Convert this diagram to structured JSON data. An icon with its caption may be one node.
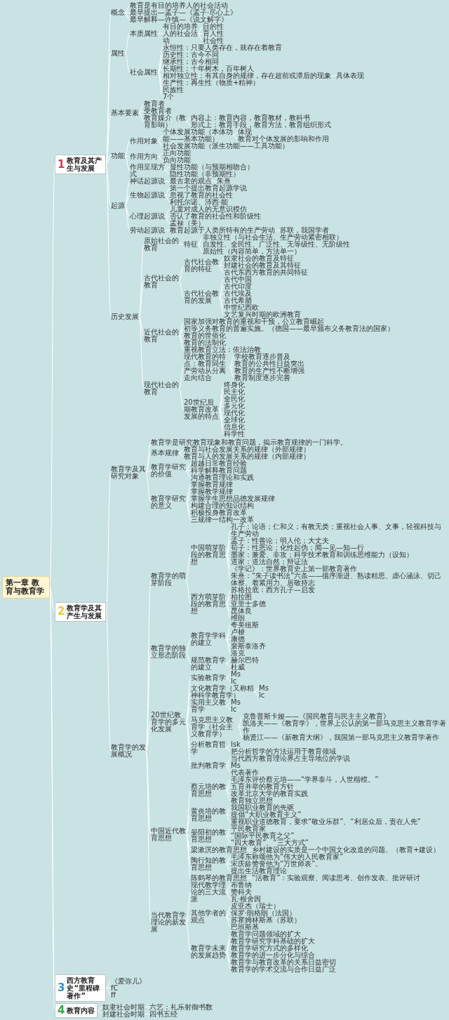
{
  "diagram": {
    "nodes": [
      {
        "text": [
          "第一章 教育与教育学"
        ]
      },
      {
        "text": [
          "1",
          "教育及其产生与发展"
        ]
      },
      {
        "text": [
          "概念"
        ]
      },
      {
        "text": [
          "教育是有目的培养人的社会活动"
        ]
      },
      {
        "text": [
          "最早提出—孟子—《孟子·尽心上》"
        ]
      },
      {
        "text": [
          "最早解释—许慎—《说文解字》"
        ]
      },
      {
        "text": [
          "属性"
        ]
      },
      {
        "text": [
          "本质属性"
        ]
      },
      {
        "text": [
          "有目的培养人的社会活动"
        ]
      },
      {
        "text": [
          "目的性"
        ]
      },
      {
        "text": [
          "育人性"
        ]
      },
      {
        "text": [
          "社会性"
        ]
      },
      {
        "text": [
          "社会属性"
        ]
      },
      {
        "text": [
          "永恒性：只要人类存在，就存在着教育"
        ]
      },
      {
        "text": [
          "历史性：古今不同"
        ]
      },
      {
        "text": [
          "继承性：古今相同"
        ]
      },
      {
        "text": [
          "长期性：十年树木，百年树人"
        ]
      },
      {
        "text": [
          "相对独立性：有其自身的规律，存在超前或滞后的现象"
        ]
      },
      {
        "text": [
          "具体表现"
        ]
      },
      {
        "text": [
          "生产性：再生性（物质+精神）"
        ]
      },
      {
        "text": [
          "民族性"
        ]
      },
      {
        "text": [
          "7个"
        ]
      },
      {
        "text": [
          "基本要素"
        ]
      },
      {
        "text": [
          "教育者"
        ]
      },
      {
        "text": [
          "受教育者"
        ]
      },
      {
        "text": [
          "教育媒介（教育影响）"
        ]
      },
      {
        "text": [
          "内容上：教育内容，教育教材，教科书"
        ]
      },
      {
        "text": [
          "形式上：教育手段，教育方法，教育组织形式"
        ]
      },
      {
        "text": [
          "功能"
        ]
      },
      {
        "text": [
          "作用对象"
        ]
      },
      {
        "text": [
          "个体发展功能（本体功能——基本功能）"
        ]
      },
      {
        "text": [
          "体现"
        ]
      },
      {
        "text": [
          "教育对个体发展的影响和作用"
        ]
      },
      {
        "text": [
          "社会发展功能（派生功能——工具功能）"
        ]
      },
      {
        "text": [
          "作用方向"
        ]
      },
      {
        "text": [
          "正向功能"
        ]
      },
      {
        "text": [
          "负向功能"
        ]
      },
      {
        "text": [
          "作用呈现方式"
        ]
      },
      {
        "text": [
          "显性功能（与预期相吻合）"
        ]
      },
      {
        "text": [
          "隐性功能（非预期性）"
        ]
      },
      {
        "text": [
          "起源"
        ]
      },
      {
        "text": [
          "神话起源说"
        ]
      },
      {
        "text": [
          "最古老的观点"
        ]
      },
      {
        "text": [
          "朱熹"
        ]
      },
      {
        "text": [
          "生物起源说"
        ]
      },
      {
        "text": [
          "第一个提出教育起源学说"
        ]
      },
      {
        "text": [
          "忽视了教育的社会性"
        ]
      },
      {
        "text": [
          "利托尔诺、沛西·能"
        ]
      },
      {
        "text": [
          "心理起源说"
        ]
      },
      {
        "text": [
          "儿童对成人的无意识模仿"
        ]
      },
      {
        "text": [
          "否认了教育的社会性和阶级性"
        ]
      },
      {
        "text": [
          "孟禄（美）"
        ]
      },
      {
        "text": [
          "劳动起源说"
        ]
      },
      {
        "text": [
          "教育起源于人类所特有的生产劳动"
        ]
      },
      {
        "text": [
          "苏联，我国学者"
        ]
      },
      {
        "text": [
          "历史发展"
        ]
      },
      {
        "text": [
          "原始社会的教育"
        ]
      },
      {
        "text": [
          "特征"
        ]
      },
      {
        "text": [
          "非独立性（与社会生活、生产劳动紧密相联）"
        ]
      },
      {
        "text": [
          "自发性、全民性、广泛性、无等级性、无阶级性"
        ]
      },
      {
        "text": [
          "原始性（内容简单，方法单一）"
        ]
      },
      {
        "text": [
          "古代社会的教育"
        ]
      },
      {
        "text": [
          "古代社会教育的特征"
        ]
      },
      {
        "text": [
          "奴隶社会的教育及特征"
        ]
      },
      {
        "text": [
          "封建社会的教育及其特征"
        ]
      },
      {
        "text": [
          "古代东西方教育的共同特征"
        ]
      },
      {
        "text": [
          "古代社会教育的发展"
        ]
      },
      {
        "text": [
          "古代中国"
        ]
      },
      {
        "text": [
          "古代印度"
        ]
      },
      {
        "text": [
          "古代埃及"
        ]
      },
      {
        "text": [
          "古代希腊"
        ]
      },
      {
        "text": [
          "中世纪西欧"
        ]
      },
      {
        "text": [
          "文艺复兴时期的欧洲教育"
        ]
      },
      {
        "text": [
          "近代社会的教育"
        ]
      },
      {
        "text": [
          "国家加强对教育的重视和干预，公立教育崛起"
        ]
      },
      {
        "text": [
          "初等义务教育的普遍实施。（德国——最早颁布义务教育法的国家）"
        ]
      },
      {
        "text": [
          "教育的世俗化"
        ]
      },
      {
        "text": [
          "教育的法制化"
        ]
      },
      {
        "text": [
          "重视教育立法：依法治教"
        ]
      },
      {
        "text": [
          "现代社会的教育"
        ]
      },
      {
        "text": [
          "现代教育的特点：教育同生产劳动从分离走向结合"
        ]
      },
      {
        "text": [
          "学校教育逐步普及"
        ]
      },
      {
        "text": [
          "教育的公共性日益突出"
        ]
      },
      {
        "text": [
          "教育的生产性不断增强"
        ]
      },
      {
        "text": [
          "教育制度逐步完善"
        ]
      },
      {
        "text": [
          "20世纪后期教育改革发展的特点"
        ]
      },
      {
        "text": [
          "终身化"
        ]
      },
      {
        "text": [
          "民主化"
        ]
      },
      {
        "text": [
          "全民化"
        ]
      },
      {
        "text": [
          "多元化"
        ]
      },
      {
        "text": [
          "现代化"
        ]
      },
      {
        "text": [
          "全球化"
        ]
      },
      {
        "text": [
          "信息化"
        ]
      },
      {
        "text": [
          "科学性"
        ]
      },
      {
        "text": [
          "2",
          "教育学及其产生与发展"
        ]
      },
      {
        "text": [
          "教育学及其研究对象"
        ]
      },
      {
        "text": [
          "教育学是研究教育现象和教育问题，揭示教育规律的一门科学。"
        ]
      },
      {
        "text": [
          "基本规律"
        ]
      },
      {
        "text": [
          "教育与社会发展关系的规律（外部规律）"
        ]
      },
      {
        "text": [
          "教育与人的发展关系的规律（内部规律）"
        ]
      },
      {
        "text": [
          "教育学研究的价值"
        ]
      },
      {
        "text": [
          "超越日常教育经验"
        ]
      },
      {
        "text": [
          "科学解释教育问题"
        ]
      },
      {
        "text": [
          "沟通教育理论和实践"
        ]
      },
      {
        "text": [
          "教育学研究的意义"
        ]
      },
      {
        "text": [
          "掌握教育规律"
        ]
      },
      {
        "text": [
          "掌握教学规律"
        ]
      },
      {
        "text": [
          "掌握学生思想品德发展规律"
        ]
      },
      {
        "text": [
          "构建合理的知识结构"
        ]
      },
      {
        "text": [
          "积极投身教育改革"
        ]
      },
      {
        "text": [
          "三规律一结构一改革"
        ]
      },
      {
        "text": [
          "教育学的发展概况"
        ]
      },
      {
        "text": [
          "教育学的萌芽阶段"
        ]
      },
      {
        "text": [
          "中国萌芽阶段的教育思想"
        ]
      },
      {
        "text": [
          "孔子：论语；仁和义；有教无类；重视社会人事、文事，轻视科技与生产劳动"
        ]
      },
      {
        "text": [
          "孟子：性善论；明人伦；大丈夫"
        ]
      },
      {
        "text": [
          "荀子：性恶论；化性起伪；闻—见—知—行"
        ]
      },
      {
        "text": [
          "墨家：兼爱、非攻；科学技术教育和训练思维能力（设知）"
        ]
      },
      {
        "text": [
          "道家：道法自然；辩证法"
        ]
      },
      {
        "text": [
          "《学记》：世界教育史上第一部教育著作"
        ]
      },
      {
        "text": [
          "朱熹：“朱子读书法”六条——循序渐进、熟读精思、虚心涵泳、切己体察、着紧用力、居敬持志"
        ]
      },
      {
        "text": [
          "西方萌芽阶段的教育思想"
        ]
      },
      {
        "text": [
          "苏格拉底：西方孔子—启发"
        ]
      },
      {
        "text": [
          "柏拉图"
        ]
      },
      {
        "text": [
          "亚里士多德"
        ]
      },
      {
        "text": [
          "昆体良"
        ]
      },
      {
        "text": [
          "维朗"
        ]
      },
      {
        "text": [
          "教育学的独立形态阶段"
        ]
      },
      {
        "text": [
          "教育学学科的建立"
        ]
      },
      {
        "text": [
          "夸美纽斯"
        ]
      },
      {
        "text": [
          "卢梭"
        ]
      },
      {
        "text": [
          "康德"
        ]
      },
      {
        "text": [
          "裴斯泰洛齐"
        ]
      },
      {
        "text": [
          "洛克"
        ]
      },
      {
        "text": [
          "规范教育学的建立"
        ]
      },
      {
        "text": [
          "赫尔巴特"
        ]
      },
      {
        "text": [
          "杜威"
        ]
      },
      {
        "text": [
          "20世纪教育学的多元化发展"
        ]
      },
      {
        "text": [
          "实验教育学"
        ]
      },
      {
        "text": [
          "Ms"
        ]
      },
      {
        "text": [
          "lc"
        ]
      },
      {
        "text": [
          "文化教育学（又称精神科学教育学）"
        ]
      },
      {
        "text": [
          "Ms"
        ]
      },
      {
        "text": [
          "lc"
        ]
      },
      {
        "text": [
          "实用主义教育学"
        ]
      },
      {
        "text": [
          "Ms"
        ]
      },
      {
        "text": [
          "lc"
        ]
      },
      {
        "text": [
          "马克思主义教育学（社会主义教育学）"
        ]
      },
      {
        "text": [
          "克鲁普斯卡娅——《国民教育与民主主义教育》"
        ]
      },
      {
        "text": [
          "凯洛夫——《教育学》，世界上公认的第一部马克思主义教育学著作"
        ]
      },
      {
        "text": [
          "杨贤江——《新教育大纲》，我国第一部马克思主义教育学著作"
        ]
      },
      {
        "text": [
          "分析教育哲学"
        ]
      },
      {
        "text": [
          "lsk"
        ]
      },
      {
        "text": [
          "把分析哲学的方法运用于教育领域"
        ]
      },
      {
        "text": [
          "批判教育学"
        ]
      },
      {
        "text": [
          "当代西方教育理论界占主导地位的学说"
        ]
      },
      {
        "text": [
          "Ms"
        ]
      },
      {
        "text": [
          "代表著作"
        ]
      },
      {
        "text": [
          "中国近代教育思想"
        ]
      },
      {
        "text": [
          "蔡元培的教育思想"
        ]
      },
      {
        "text": [
          "毛泽东评价蔡元培——“学界泰斗，人世楷模。”"
        ]
      },
      {
        "text": [
          "五育并举的教育方针"
        ]
      },
      {
        "text": [
          "改革北京大学的教育实践"
        ]
      },
      {
        "text": [
          "教育独立思想"
        ]
      },
      {
        "text": [
          "黄炎培的教育思想"
        ]
      },
      {
        "text": [
          "我国职业教育的先驱"
        ]
      },
      {
        "text": [
          "提倡“大职业教育主义”"
        ]
      },
      {
        "text": [
          "重视职业道德教育，要求“敬业乐群”、“利居众后，责在人先”"
        ]
      },
      {
        "text": [
          "晏阳初的教育思想"
        ]
      },
      {
        "text": [
          "平民教育家"
        ]
      },
      {
        "text": [
          "“国际平民教育之父”"
        ]
      },
      {
        "text": [
          "“四大教育”、“三大方式”"
        ]
      },
      {
        "text": [
          "梁漱溟的教育思想"
        ]
      },
      {
        "text": [
          "乡村建设的实质是一个中国文化改造的问题。（教育+建设）"
        ]
      },
      {
        "text": [
          "陶行知的教育思想"
        ]
      },
      {
        "text": [
          "毛泽东称颂他为“伟大的人民教育家”"
        ]
      },
      {
        "text": [
          "宋庆龄赞誉他为“万世师表”。"
        ]
      },
      {
        "text": [
          "提出生活教育理论"
        ]
      },
      {
        "text": [
          "陈鹤琴的教育思想"
        ]
      },
      {
        "text": [
          "“活教育”：实验观察、阅读思考、创作发表、批评研讨"
        ]
      },
      {
        "text": [
          "当代教育学理论的新发展"
        ]
      },
      {
        "text": [
          "现代教学理论的三大流派"
        ]
      },
      {
        "text": [
          "布鲁纳"
        ]
      },
      {
        "text": [
          "赞科夫"
        ]
      },
      {
        "text": [
          "瓦·根舍因"
        ]
      },
      {
        "text": [
          "其他学者的观点"
        ]
      },
      {
        "text": [
          "皮亚杰（瑞士）"
        ]
      },
      {
        "text": [
          "保罗·朗格朗（法国）"
        ]
      },
      {
        "text": [
          "苏霍姆林斯基（苏联）"
        ]
      },
      {
        "text": [
          "巴班斯基"
        ]
      },
      {
        "text": [
          "教育学未来的发展趋势"
        ]
      },
      {
        "text": [
          "教育学问题领域的扩大"
        ]
      },
      {
        "text": [
          "教育学研究学科基础的扩大"
        ]
      },
      {
        "text": [
          "教育学研究方式的多样化"
        ]
      },
      {
        "text": [
          "教育学的进一步分化与综合"
        ]
      },
      {
        "text": [
          "教育学与教育改革的关系日益密切"
        ]
      },
      {
        "text": [
          "教育学的学术交流与合作日益广泛"
        ]
      },
      {
        "text": [
          "3",
          "西方教育史“里程碑著作”"
        ]
      },
      {
        "text": [
          "《爱弥儿》"
        ]
      },
      {
        "text": [
          "fC"
        ]
      },
      {
        "text": [
          "ff"
        ]
      },
      {
        "text": [
          "4",
          "教育内容"
        ]
      },
      {
        "text": [
          "奴隶社会时期"
        ]
      },
      {
        "text": [
          "六艺：礼乐射御书数"
        ]
      },
      {
        "text": [
          "封建社会时期"
        ]
      },
      {
        "text": [
          "四书五经"
        ]
      }
    ],
    "edges": [
      {
        "from": 0,
        "to": 1,
        "arrow": "none"
      },
      {
        "from": 1,
        "to": 2,
        "arrow": "none"
      },
      {
        "from": 2,
        "to": 3,
        "arrow": "none"
      },
      {
        "from": 2,
        "to": 4,
        "arrow": "none"
      },
      {
        "from": 2,
        "to": 5,
        "arrow": "none"
      },
      {
        "from": 1,
        "to": 6,
        "arrow": "none"
      },
      {
        "from": 6,
        "to": 7,
        "arrow": "none"
      },
      {
        "from": 7,
        "to": 8,
        "arrow": "none"
      },
      {
        "from": 8,
        "to": 9,
        "arrow": "none"
      },
      {
        "from": 8,
        "to": 10,
        "arrow": "none"
      },
      {
        "from": 8,
        "to": 11,
        "arrow": "none"
      },
      {
        "from": 6,
        "to": 12,
        "arrow": "none"
      },
      {
        "from": 12,
        "to": 13,
        "arrow": "none"
      },
      {
        "from": 12,
        "to": 14,
        "arrow": "none"
      },
      {
        "from": 12,
        "to": 15,
        "arrow": "none"
      },
      {
        "from": 12,
        "to": 16,
        "arrow": "none"
      },
      {
        "from": 12,
        "to": 17,
        "arrow": "none"
      },
      {
        "from": 17,
        "to": 18,
        "arrow": "none"
      },
      {
        "from": 12,
        "to": 19,
        "arrow": "none"
      },
      {
        "from": 12,
        "to": 20,
        "arrow": "none"
      },
      {
        "from": 12,
        "to": 21,
        "arrow": "none"
      },
      {
        "from": 1,
        "to": 22,
        "arrow": "none"
      },
      {
        "from": 22,
        "to": 23,
        "arrow": "none"
      },
      {
        "from": 22,
        "to": 24,
        "arrow": "none"
      },
      {
        "from": 22,
        "to": 25,
        "arrow": "none"
      },
      {
        "from": 25,
        "to": 26,
        "arrow": "none"
      },
      {
        "from": 25,
        "to": 27,
        "arrow": "none"
      },
      {
        "from": 1,
        "to": 28,
        "arrow": "none"
      },
      {
        "from": 28,
        "to": 29,
        "arrow": "none"
      },
      {
        "from": 29,
        "to": 30,
        "arrow": "none"
      },
      {
        "from": 30,
        "to": 31,
        "arrow": "none"
      },
      {
        "from": 30,
        "to": 32,
        "arrow": "none"
      },
      {
        "from": 29,
        "to": 33,
        "arrow": "none"
      },
      {
        "from": 28,
        "to": 34,
        "arrow": "none"
      },
      {
        "from": 34,
        "to": 35,
        "arrow": "none"
      },
      {
        "from": 34,
        "to": 36,
        "arrow": "none"
      },
      {
        "from": 28,
        "to": 37,
        "arrow": "none"
      },
      {
        "from": 37,
        "to": 38,
        "arrow": "none"
      },
      {
        "from": 37,
        "to": 39,
        "arrow": "none"
      },
      {
        "from": 1,
        "to": 40,
        "arrow": "none"
      },
      {
        "from": 40,
        "to": 41,
        "arrow": "none"
      },
      {
        "from": 41,
        "to": 42,
        "arrow": "none"
      },
      {
        "from": 42,
        "to": 43,
        "arrow": "none"
      },
      {
        "from": 40,
        "to": 44,
        "arrow": "none"
      },
      {
        "from": 44,
        "to": 45,
        "arrow": "none"
      },
      {
        "from": 44,
        "to": 46,
        "arrow": "none"
      },
      {
        "from": 44,
        "to": 47,
        "arrow": "none"
      },
      {
        "from": 40,
        "to": 48,
        "arrow": "none"
      },
      {
        "from": 48,
        "to": 49,
        "arrow": "none"
      },
      {
        "from": 48,
        "to": 50,
        "arrow": "none"
      },
      {
        "from": 48,
        "to": 51,
        "arrow": "none"
      },
      {
        "from": 40,
        "to": 52,
        "arrow": "none"
      },
      {
        "from": 52,
        "to": 53,
        "arrow": "none"
      },
      {
        "from": 53,
        "to": 54,
        "arrow": "none"
      },
      {
        "from": 1,
        "to": 55,
        "arrow": "none"
      },
      {
        "from": 55,
        "to": 56,
        "arrow": "none"
      },
      {
        "from": 56,
        "to": 57,
        "arrow": "none"
      },
      {
        "from": 57,
        "to": 58,
        "arrow": "none"
      },
      {
        "from": 57,
        "to": 59,
        "arrow": "none"
      },
      {
        "from": 57,
        "to": 60,
        "arrow": "none"
      },
      {
        "from": 55,
        "to": 61,
        "arrow": "none"
      },
      {
        "from": 61,
        "to": 62,
        "arrow": "none"
      },
      {
        "from": 62,
        "to": 63,
        "arrow": "none"
      },
      {
        "from": 62,
        "to": 64,
        "arrow": "none"
      },
      {
        "from": 62,
        "to": 65,
        "arrow": "none"
      },
      {
        "from": 61,
        "to": 66,
        "arrow": "none"
      },
      {
        "from": 66,
        "to": 67,
        "arrow": "none"
      },
      {
        "from": 66,
        "to": 68,
        "arrow": "none"
      },
      {
        "from": 66,
        "to": 69,
        "arrow": "none"
      },
      {
        "from": 66,
        "to": 70,
        "arrow": "none"
      },
      {
        "from": 66,
        "to": 71,
        "arrow": "none"
      },
      {
        "from": 66,
        "to": 72,
        "arrow": "none"
      },
      {
        "from": 55,
        "to": 73,
        "arrow": "none"
      },
      {
        "from": 73,
        "to": 74,
        "arrow": "none"
      },
      {
        "from": 73,
        "to": 75,
        "arrow": "none"
      },
      {
        "from": 73,
        "to": 76,
        "arrow": "none"
      },
      {
        "from": 73,
        "to": 77,
        "arrow": "none"
      },
      {
        "from": 73,
        "to": 78,
        "arrow": "none"
      },
      {
        "from": 55,
        "to": 79,
        "arrow": "none"
      },
      {
        "from": 79,
        "to": 80,
        "arrow": "none"
      },
      {
        "from": 80,
        "to": 81,
        "arrow": "none"
      },
      {
        "from": 80,
        "to": 82,
        "arrow": "none"
      },
      {
        "from": 80,
        "to": 83,
        "arrow": "none"
      },
      {
        "from": 80,
        "to": 84,
        "arrow": "none"
      },
      {
        "from": 79,
        "to": 85,
        "arrow": "none"
      },
      {
        "from": 85,
        "to": 86,
        "arrow": "none"
      },
      {
        "from": 85,
        "to": 87,
        "arrow": "none"
      },
      {
        "from": 85,
        "to": 88,
        "arrow": "none"
      },
      {
        "from": 85,
        "to": 89,
        "arrow": "none"
      },
      {
        "from": 85,
        "to": 90,
        "arrow": "none"
      },
      {
        "from": 85,
        "to": 91,
        "arrow": "none"
      },
      {
        "from": 85,
        "to": 92,
        "arrow": "none"
      },
      {
        "from": 85,
        "to": 93,
        "arrow": "none"
      },
      {
        "from": 0,
        "to": 94,
        "arrow": "none"
      },
      {
        "from": 94,
        "to": 95,
        "arrow": "none"
      },
      {
        "from": 95,
        "to": 96,
        "arrow": "none"
      },
      {
        "from": 95,
        "to": 97,
        "arrow": "none"
      },
      {
        "from": 97,
        "to": 98,
        "arrow": "none"
      },
      {
        "from": 97,
        "to": 99,
        "arrow": "none"
      },
      {
        "from": 95,
        "to": 100,
        "arrow": "none"
      },
      {
        "from": 100,
        "to": 101,
        "arrow": "none"
      },
      {
        "from": 100,
        "to": 102,
        "arrow": "none"
      },
      {
        "from": 100,
        "to": 103,
        "arrow": "none"
      },
      {
        "from": 95,
        "to": 104,
        "arrow": "none"
      },
      {
        "from": 104,
        "to": 105,
        "arrow": "none"
      },
      {
        "from": 104,
        "to": 106,
        "arrow": "none"
      },
      {
        "from": 104,
        "to": 107,
        "arrow": "none"
      },
      {
        "from": 104,
        "to": 108,
        "arrow": "none"
      },
      {
        "from": 104,
        "to": 109,
        "arrow": "none"
      },
      {
        "from": 104,
        "to": 110,
        "arrow": "none"
      },
      {
        "from": 94,
        "to": 111,
        "arrow": "none"
      },
      {
        "from": 111,
        "to": 112,
        "arrow": "none"
      },
      {
        "from": 112,
        "to": 113,
        "arrow": "none"
      },
      {
        "from": 113,
        "to": 114,
        "arrow": "none"
      },
      {
        "from": 113,
        "to": 115,
        "arrow": "none"
      },
      {
        "from": 113,
        "to": 116,
        "arrow": "none"
      },
      {
        "from": 113,
        "to": 117,
        "arrow": "none"
      },
      {
        "from": 113,
        "to": 118,
        "arrow": "none"
      },
      {
        "from": 113,
        "to": 119,
        "arrow": "none"
      },
      {
        "from": 113,
        "to": 120,
        "arrow": "none"
      },
      {
        "from": 112,
        "to": 121,
        "arrow": "none"
      },
      {
        "from": 121,
        "to": 122,
        "arrow": "none"
      },
      {
        "from": 121,
        "to": 123,
        "arrow": "none"
      },
      {
        "from": 121,
        "to": 124,
        "arrow": "none"
      },
      {
        "from": 121,
        "to": 125,
        "arrow": "none"
      },
      {
        "from": 121,
        "to": 126,
        "arrow": "none"
      },
      {
        "from": 111,
        "to": 127,
        "arrow": "none"
      },
      {
        "from": 127,
        "to": 128,
        "arrow": "none"
      },
      {
        "from": 128,
        "to": 129,
        "arrow": "none"
      },
      {
        "from": 128,
        "to": 130,
        "arrow": "none"
      },
      {
        "from": 128,
        "to": 131,
        "arrow": "none"
      },
      {
        "from": 128,
        "to": 132,
        "arrow": "none"
      },
      {
        "from": 128,
        "to": 133,
        "arrow": "none"
      },
      {
        "from": 127,
        "to": 134,
        "arrow": "none"
      },
      {
        "from": 134,
        "to": 135,
        "arrow": "none"
      },
      {
        "from": 134,
        "to": 136,
        "arrow": "none"
      },
      {
        "from": 111,
        "to": 137,
        "arrow": "none"
      },
      {
        "from": 137,
        "to": 138,
        "arrow": "none"
      },
      {
        "from": 138,
        "to": 139,
        "arrow": "none"
      },
      {
        "from": 138,
        "to": 140,
        "arrow": "none"
      },
      {
        "from": 137,
        "to": 141,
        "arrow": "none"
      },
      {
        "from": 141,
        "to": 142,
        "arrow": "none"
      },
      {
        "from": 141,
        "to": 143,
        "arrow": "none"
      },
      {
        "from": 137,
        "to": 144,
        "arrow": "none"
      },
      {
        "from": 144,
        "to": 145,
        "arrow": "none"
      },
      {
        "from": 144,
        "to": 146,
        "arrow": "none"
      },
      {
        "from": 137,
        "to": 147,
        "arrow": "none"
      },
      {
        "from": 147,
        "to": 148,
        "arrow": "none"
      },
      {
        "from": 147,
        "to": 149,
        "arrow": "none"
      },
      {
        "from": 147,
        "to": 150,
        "arrow": "none"
      },
      {
        "from": 137,
        "to": 151,
        "arrow": "none"
      },
      {
        "from": 151,
        "to": 152,
        "arrow": "none"
      },
      {
        "from": 151,
        "to": 153,
        "arrow": "none"
      },
      {
        "from": 137,
        "to": 154,
        "arrow": "none"
      },
      {
        "from": 154,
        "to": 155,
        "arrow": "none"
      },
      {
        "from": 154,
        "to": 156,
        "arrow": "none"
      },
      {
        "from": 154,
        "to": 157,
        "arrow": "none"
      },
      {
        "from": 111,
        "to": 158,
        "arrow": "none"
      },
      {
        "from": 158,
        "to": 159,
        "arrow": "none"
      },
      {
        "from": 159,
        "to": 160,
        "arrow": "none"
      },
      {
        "from": 159,
        "to": 161,
        "arrow": "none"
      },
      {
        "from": 159,
        "to": 162,
        "arrow": "none"
      },
      {
        "from": 159,
        "to": 163,
        "arrow": "none"
      },
      {
        "from": 158,
        "to": 164,
        "arrow": "none"
      },
      {
        "from": 164,
        "to": 165,
        "arrow": "none"
      },
      {
        "from": 164,
        "to": 166,
        "arrow": "none"
      },
      {
        "from": 164,
        "to": 167,
        "arrow": "none"
      },
      {
        "from": 158,
        "to": 168,
        "arrow": "none"
      },
      {
        "from": 168,
        "to": 169,
        "arrow": "none"
      },
      {
        "from": 168,
        "to": 170,
        "arrow": "none"
      },
      {
        "from": 168,
        "to": 171,
        "arrow": "none"
      },
      {
        "from": 158,
        "to": 172,
        "arrow": "none"
      },
      {
        "from": 172,
        "to": 173,
        "arrow": "none"
      },
      {
        "from": 158,
        "to": 174,
        "arrow": "none"
      },
      {
        "from": 174,
        "to": 175,
        "arrow": "none"
      },
      {
        "from": 174,
        "to": 176,
        "arrow": "none"
      },
      {
        "from": 174,
        "to": 177,
        "arrow": "none"
      },
      {
        "from": 158,
        "to": 178,
        "arrow": "none"
      },
      {
        "from": 178,
        "to": 179,
        "arrow": "none"
      },
      {
        "from": 111,
        "to": 180,
        "arrow": "none"
      },
      {
        "from": 180,
        "to": 181,
        "arrow": "none"
      },
      {
        "from": 181,
        "to": 182,
        "arrow": "none"
      },
      {
        "from": 181,
        "to": 183,
        "arrow": "none"
      },
      {
        "from": 181,
        "to": 184,
        "arrow": "none"
      },
      {
        "from": 180,
        "to": 185,
        "arrow": "none"
      },
      {
        "from": 185,
        "to": 186,
        "arrow": "none"
      },
      {
        "from": 185,
        "to": 187,
        "arrow": "none"
      },
      {
        "from": 185,
        "to": 188,
        "arrow": "none"
      },
      {
        "from": 185,
        "to": 189,
        "arrow": "none"
      },
      {
        "from": 180,
        "to": 190,
        "arrow": "none"
      },
      {
        "from": 190,
        "to": 191,
        "arrow": "none"
      },
      {
        "from": 190,
        "to": 192,
        "arrow": "none"
      },
      {
        "from": 190,
        "to": 193,
        "arrow": "none"
      },
      {
        "from": 190,
        "to": 194,
        "arrow": "none"
      },
      {
        "from": 190,
        "to": 195,
        "arrow": "none"
      },
      {
        "from": 190,
        "to": 196,
        "arrow": "none"
      },
      {
        "from": 0,
        "to": 197,
        "arrow": "none"
      },
      {
        "from": 197,
        "to": 198,
        "arrow": "none"
      },
      {
        "from": 197,
        "to": 199,
        "arrow": "none"
      },
      {
        "from": 197,
        "to": 200,
        "arrow": "none"
      },
      {
        "from": 0,
        "to": 201,
        "arrow": "none"
      },
      {
        "from": 201,
        "to": 202,
        "arrow": "none"
      },
      {
        "from": 202,
        "to": 203,
        "arrow": "none"
      },
      {
        "from": 201,
        "to": 204,
        "arrow": "none"
      },
      {
        "from": 204,
        "to": 205,
        "arrow": "none"
      }
    ]
  }
}
